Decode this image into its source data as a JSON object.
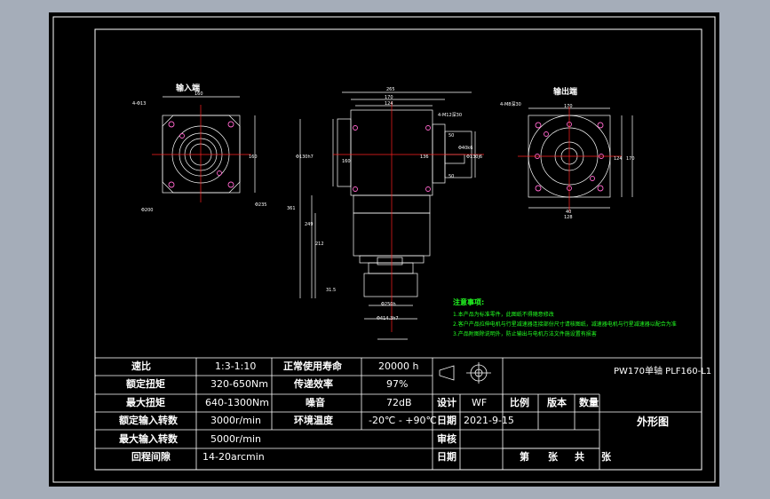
{
  "views": {
    "input_title": "输入端",
    "output_title": "输出端",
    "input_dims": {
      "top": "160",
      "right": "160",
      "holes": "4-Φ13",
      "bl": "Φ200",
      "br": "Φ235"
    },
    "front_dims": {
      "d1": "265",
      "d2": "170",
      "d3": "124",
      "holes": "4-M12深30",
      "d4": "160",
      "d5": "Φ130h7",
      "d6": "Φ130j6",
      "d7": "136",
      "h1": "361",
      "h2": "249",
      "h3": "212",
      "b1": "31.5",
      "b2": "Φ250h",
      "b3": "Φ414.3h7",
      "s1": "50",
      "s2": "50",
      "s3": "Φ40k6"
    },
    "output_dims": {
      "holes": "4-M8深30",
      "top": "170",
      "right1": "124",
      "right2": "170",
      "b1": "40",
      "b2": "128"
    }
  },
  "notes": {
    "title": "注意事项:",
    "items": [
      "1.本产品为标准零件，此图纸不得随意修改",
      "2.客户产品拉伸电机与行星减速器连接部份尺寸请核图纸，减速器电机与行星减速器以配合为准",
      "3.产品附图除说明外，防止输出与电机方法文件施设置有损害"
    ]
  },
  "specs": [
    {
      "label": "速比",
      "value": "1:3-1:10"
    },
    {
      "label": "额定扭矩",
      "value": "320-650Nm"
    },
    {
      "label": "最大扭矩",
      "value": "640-1300Nm"
    },
    {
      "label": "额定输入转数",
      "value": "3000r/min"
    },
    {
      "label": "最大输入转数",
      "value": "5000r/min"
    },
    {
      "label": "回程间隙",
      "value": "14-20arcmin"
    }
  ],
  "specs2": [
    {
      "label": "正常使用寿命",
      "value": "20000 h"
    },
    {
      "label": "传递效率",
      "value": "97%"
    },
    {
      "label": "噪音",
      "value": "72dB"
    },
    {
      "label": "环境温度",
      "value": "-20℃ - +90℃"
    }
  ],
  "titleblock": {
    "model": "PW170单轴 PLF160-L1",
    "design_label": "设计",
    "design_value": "WF",
    "date_label": "日期",
    "date_value": "2021-9-15",
    "scale_label": "比例",
    "version_label": "版本",
    "qty_label": "数量",
    "drawing_name": "外形图",
    "review_label": "审核",
    "date2_label": "日期",
    "sheet_no": "第",
    "sheet_zhang": "张",
    "sheet_total": "共",
    "sheet_zhang2": "张"
  },
  "colors": {
    "sheet": "#000000",
    "border": "#ffffff",
    "center_line": "#ff2020",
    "hole": "#ff66cc",
    "notes": "#22ff22",
    "background": "#a5adb9"
  }
}
